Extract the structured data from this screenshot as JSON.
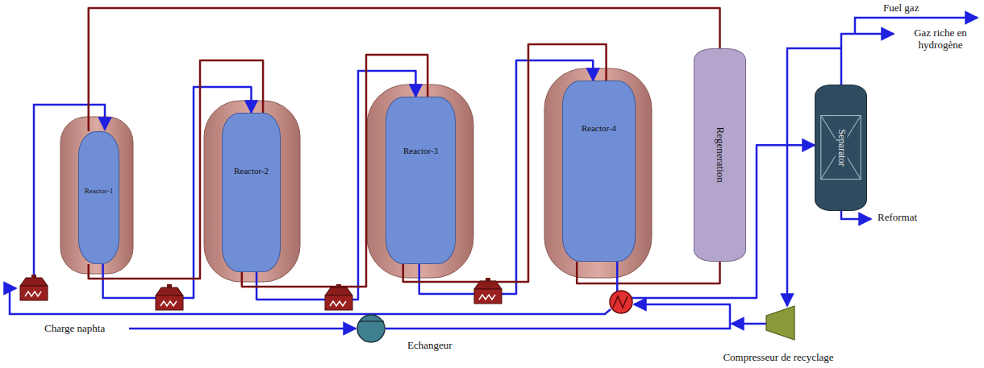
{
  "diagram": {
    "nodes": [
      {
        "text": [
          "Reactor-1"
        ]
      },
      {
        "text": [
          "Reactor-2"
        ]
      },
      {
        "text": [
          "Reactor-3"
        ]
      },
      {
        "text": [
          "Reactor-4"
        ]
      },
      {
        "text": [
          "Regeneration"
        ]
      },
      {
        "text": [
          "Separator"
        ]
      }
    ],
    "edges": [
      {
        "from": 0,
        "to": 1,
        "arrow": "to"
      },
      {
        "from": 1,
        "to": 2,
        "arrow": "to"
      },
      {
        "from": 2,
        "to": 3,
        "arrow": "to"
      },
      {
        "from": 0,
        "to": 1,
        "arrow": "none"
      },
      {
        "from": 1,
        "to": 2,
        "arrow": "none"
      },
      {
        "from": 2,
        "to": 3,
        "arrow": "none"
      },
      {
        "from": 3,
        "to": 4,
        "arrow": "none"
      },
      {
        "from": 4,
        "to": 0,
        "arrow": "none"
      },
      {
        "from": 3,
        "to": 5,
        "arrow": "to"
      }
    ],
    "labels": [
      "Fuel gaz",
      "Gaz riche en hydrogène",
      "Reformat",
      "Charge naphta",
      "Echangeur",
      "Compresseur de recyclage"
    ]
  }
}
